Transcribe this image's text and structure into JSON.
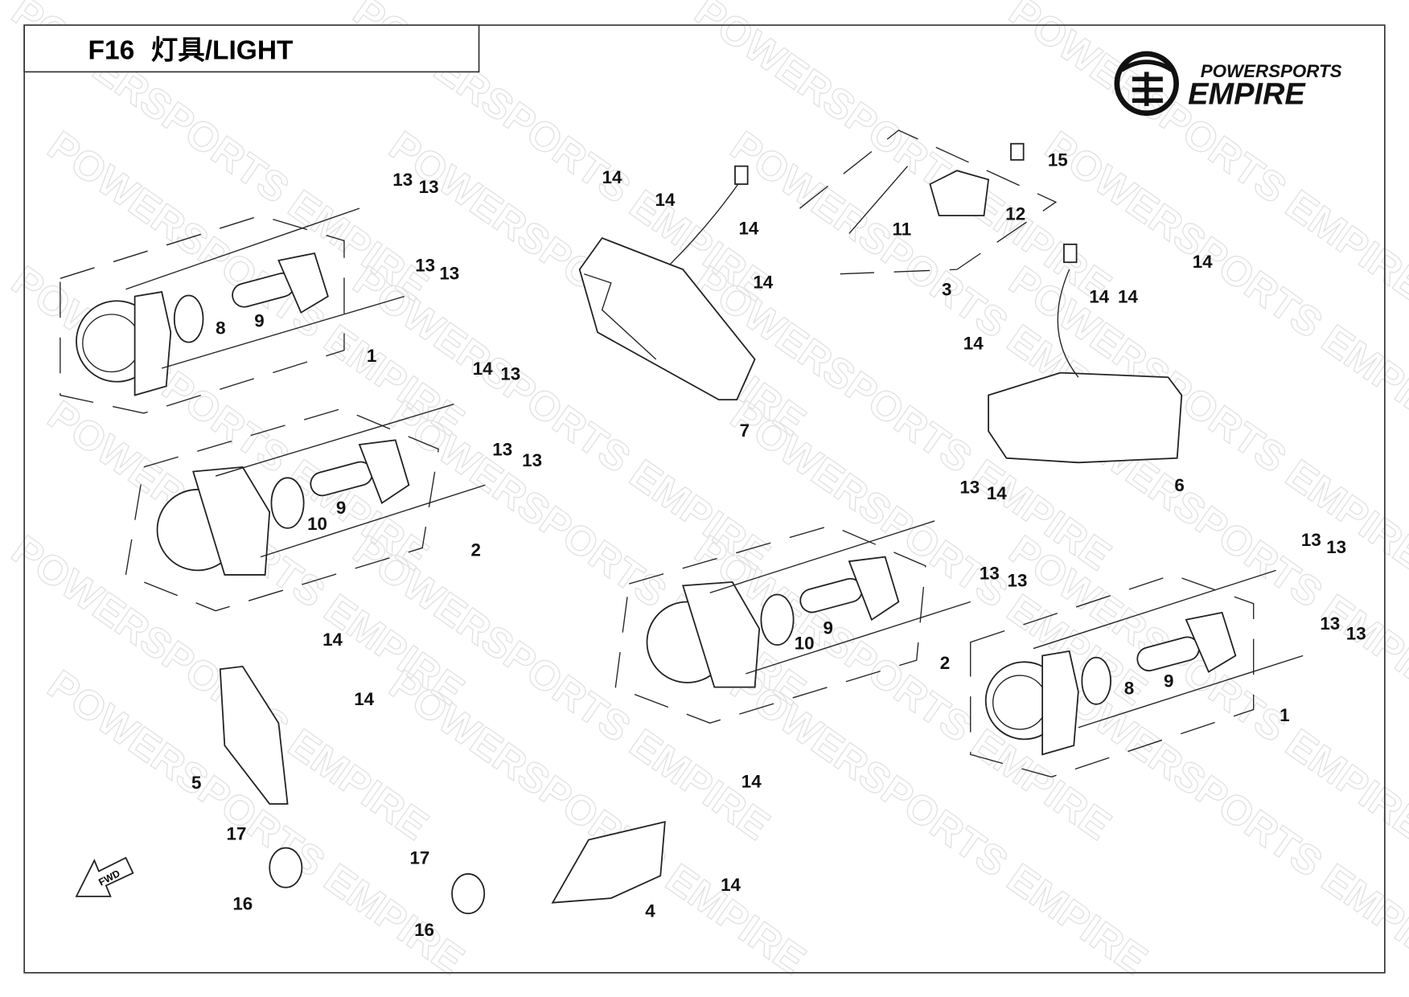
{
  "title": {
    "code": "F16",
    "name": "灯具/LIGHT"
  },
  "logo": {
    "line1": "POWERSPORTS",
    "line2": "EMPIRE"
  },
  "watermark": "POWERSPORTS EMPIRE",
  "fwd_label": "FWD",
  "callouts": [
    "13",
    "13",
    "13",
    "13",
    "8",
    "9",
    "1",
    "14",
    "13",
    "13",
    "13",
    "10",
    "9",
    "2",
    "14",
    "14",
    "14",
    "14",
    "7",
    "15",
    "12",
    "11",
    "3",
    "14",
    "14",
    "14",
    "14",
    "6",
    "13",
    "14",
    "13",
    "13",
    "13",
    "13",
    "9",
    "10",
    "2",
    "13",
    "13",
    "9",
    "8",
    "1",
    "14",
    "14",
    "5",
    "17",
    "16",
    "17",
    "16",
    "14",
    "14",
    "4"
  ]
}
